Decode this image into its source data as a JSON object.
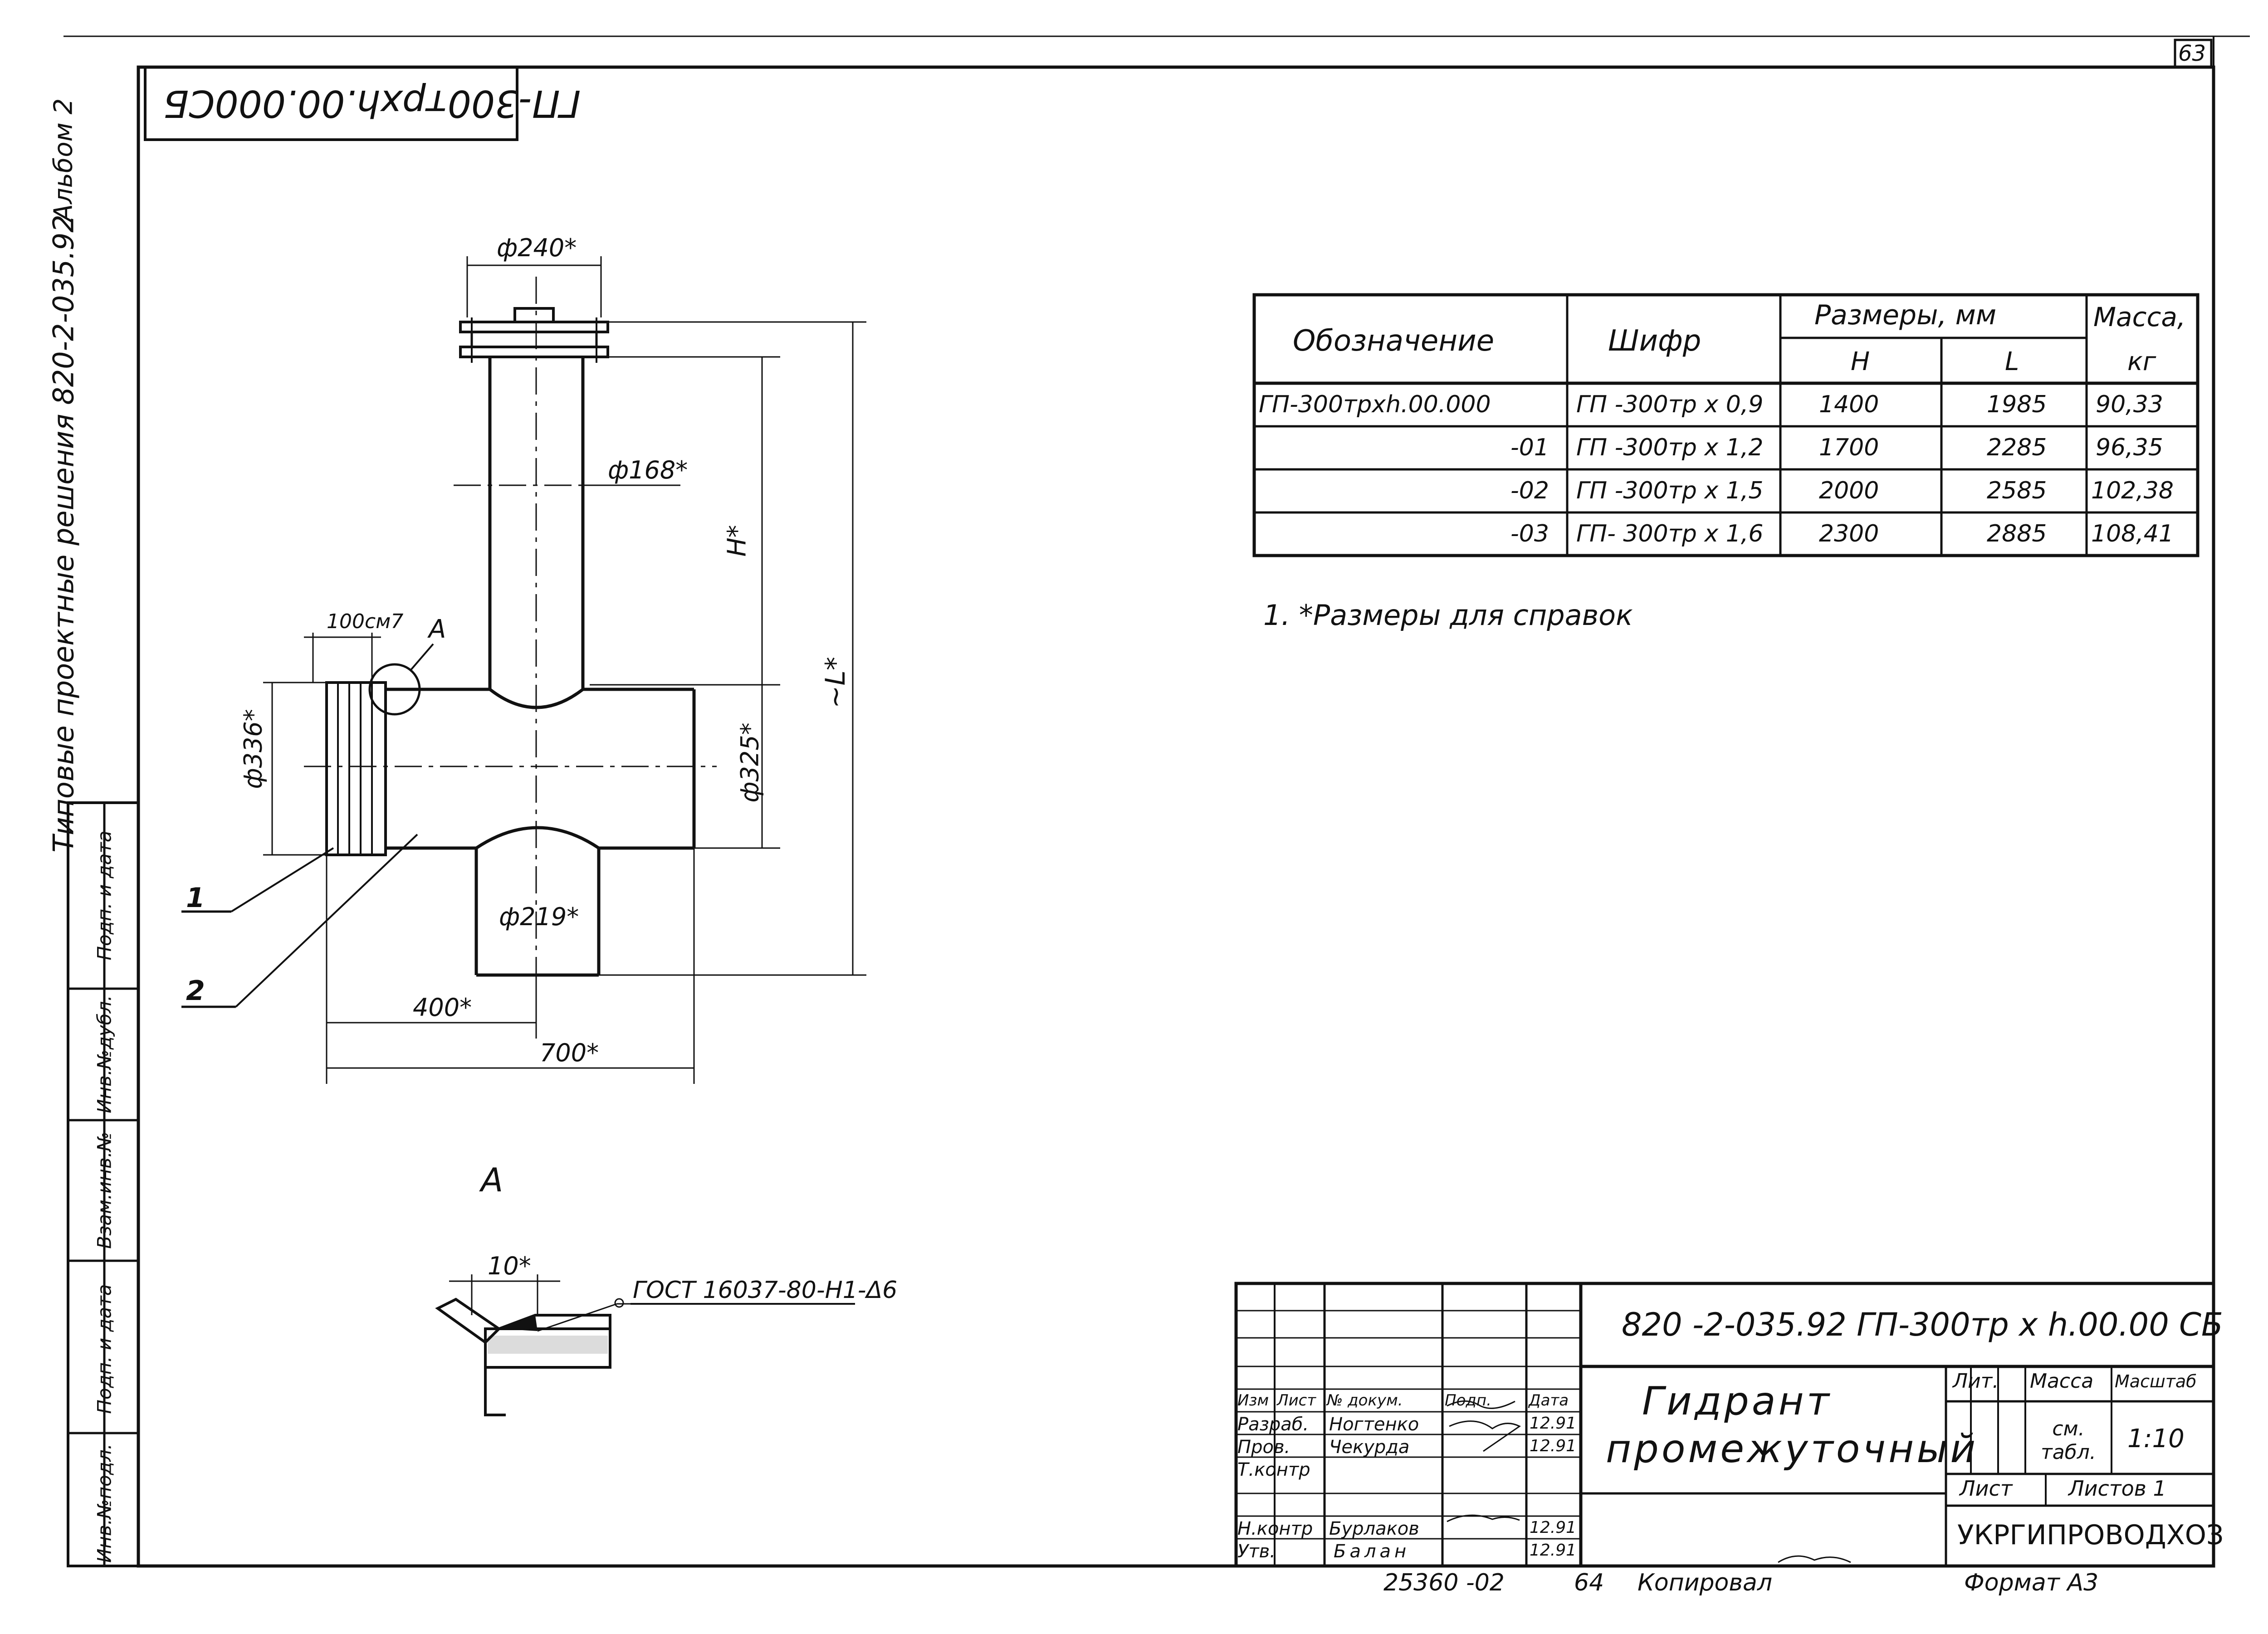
{
  "sheet": {
    "page_number": "63",
    "top_stamp": "ГП-300трхh.00.000СБ",
    "album": "Альбом 2",
    "series": "Типовые проектные решения 820-2-035.92"
  },
  "side_strip": [
    "Инв.№подл.",
    "Подп. и дата",
    "Взам.инв.№",
    "Инв.№дубл.",
    "Подп. и дата"
  ],
  "drawing": {
    "dims": {
      "d240": "ф240*",
      "d168": "ф168*",
      "d336": "ф336*",
      "d325": "ф325*",
      "d219": "ф219*",
      "h": "Н*",
      "l": "~L*",
      "w400": "400*",
      "w700": "700*",
      "cm100": "100см7"
    },
    "callouts": {
      "detail": "А",
      "pos1": "1",
      "pos2": "2"
    },
    "detail": {
      "title": "А",
      "dim": "10*",
      "weld": "ГОСТ 16037-80-Н1-Δ6"
    }
  },
  "spec_table": {
    "headers": {
      "designation": "Обозначение",
      "code": "Шифр",
      "sizes": "Размеры, мм",
      "h": "Н",
      "l": "L",
      "mass": "Масса,",
      "mass_unit": "кг"
    },
    "rows": [
      {
        "designation": "ГП-300трхh.00.000",
        "code": "ГП -300тр х 0,9",
        "h": "1400",
        "l": "1985",
        "mass": "90,33"
      },
      {
        "designation": "-01",
        "code": "ГП -300тр х 1,2",
        "h": "1700",
        "l": "2285",
        "mass": "96,35"
      },
      {
        "designation": "-02",
        "code": "ГП -300тр х 1,5",
        "h": "2000",
        "l": "2585",
        "mass": "102,38"
      },
      {
        "designation": "-03",
        "code": "ГП- 300тр х 1,6",
        "h": "2300",
        "l": "2885",
        "mass": "108,41"
      }
    ]
  },
  "note": "1. *Размеры для справок",
  "title_block": {
    "doc_code": "820 -2-035.92  ГП-300тр х h.00.00 СБ",
    "name_line1": "Гидрант",
    "name_line2": "промежуточный",
    "col_headers": [
      "Изм",
      "Лист",
      "№ докум.",
      "Подп.",
      "Дата"
    ],
    "roles": [
      {
        "role": "Разраб.",
        "name": "Ногтенко",
        "date": "12.91"
      },
      {
        "role": "Пров.",
        "name": "Чекурда",
        "date": "12.91"
      },
      {
        "role": "Т.контр",
        "name": "",
        "date": ""
      },
      {
        "role": "",
        "name": "",
        "date": ""
      },
      {
        "role": "Н.контр",
        "name": "Бурлаков",
        "date": "12.91"
      },
      {
        "role": "Утв.",
        "name": "Балан",
        "date": "12.91"
      }
    ],
    "lit_label": "Лит.",
    "mass_label": "Масса",
    "mass_value": "см. табл.",
    "scale_label": "Масштаб",
    "scale_value": "1:10",
    "sheet_label": "Лист",
    "sheets_label": "Листов 1",
    "org": "УКРГИПРОВОДХОЗ",
    "archive_no": "25360 -02",
    "archive_page": "64",
    "copied": "Копировал",
    "format": "Формат А3"
  }
}
